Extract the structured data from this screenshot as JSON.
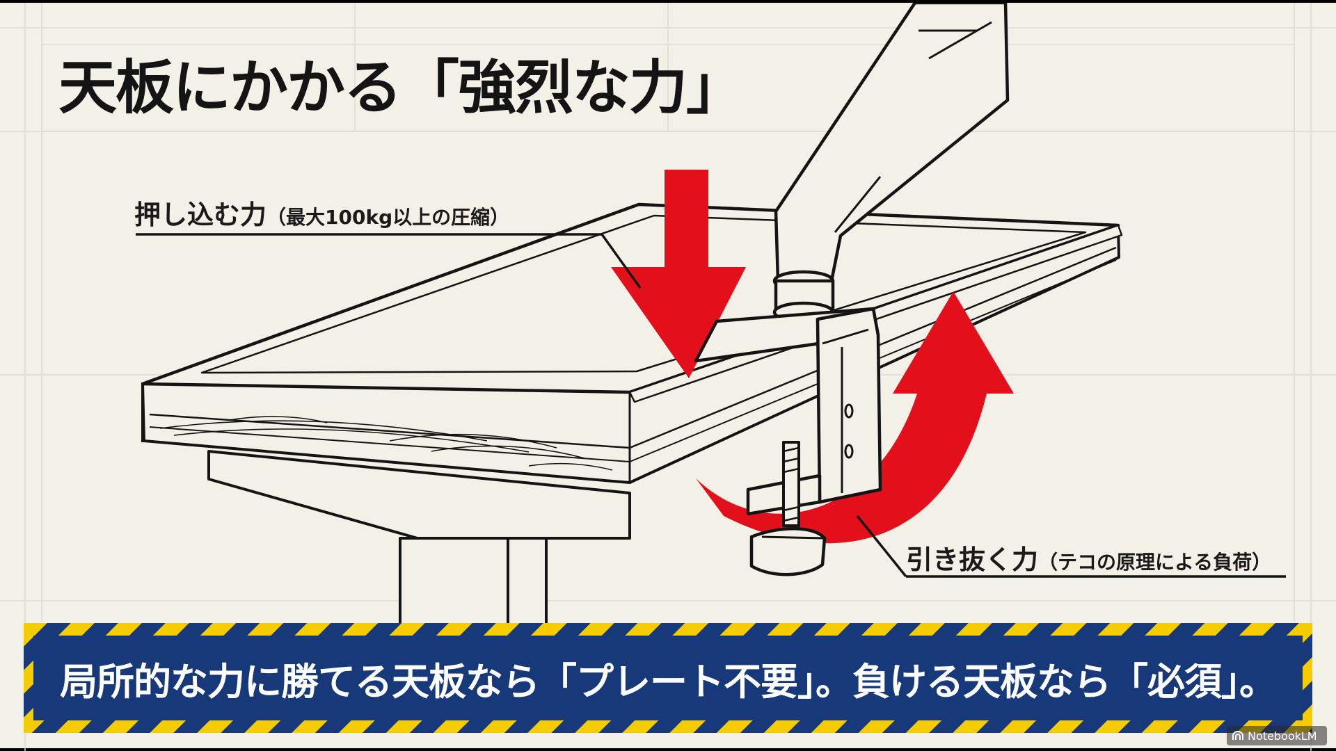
{
  "title": "天板にかかる「強烈な力」",
  "callouts": {
    "push": {
      "main": "押し込む力",
      "sub": "（最大100kg以上の圧縮）"
    },
    "pull": {
      "main": "引き抜く力",
      "sub": "（テコの原理による負荷）"
    }
  },
  "banner": {
    "text": "局所的な力に勝てる天板なら「プレート不要」。負ける天板なら「必須」。"
  },
  "watermark": {
    "label": "NotebookLM"
  },
  "colors": {
    "background": "#f3f0e7",
    "force_arrow": "#e3101c",
    "banner_blue": "#17397a",
    "banner_yellow": "#f5cc00",
    "banner_text": "#ffffff"
  }
}
